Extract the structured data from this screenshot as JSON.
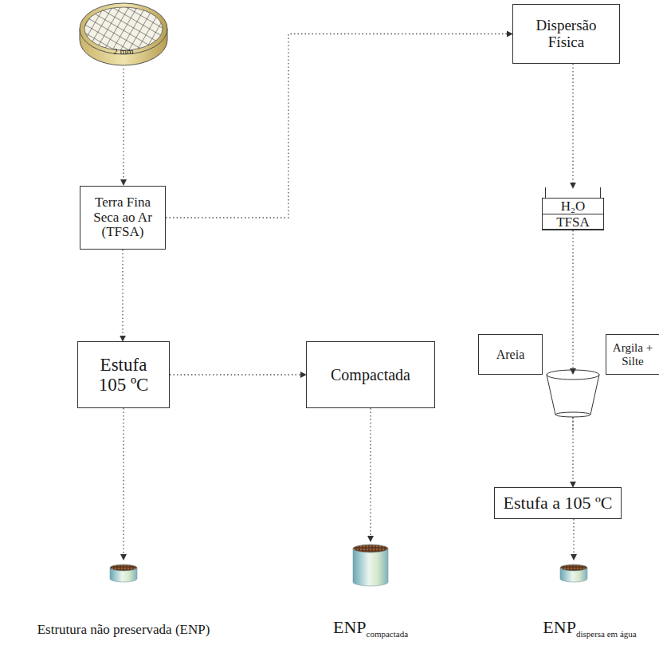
{
  "diagram": {
    "nodes": [
      {
        "text": [
          "Dispersão Física"
        ]
      },
      {
        "text": [
          "Terra Fina Seca ao Ar (TFSA)"
        ]
      },
      {
        "text": [
          "H₂O",
          "TFSA"
        ]
      },
      {
        "text": [
          "Estufa 105 ºC"
        ]
      },
      {
        "text": [
          "Compactada"
        ]
      },
      {
        "text": [
          "Areia"
        ]
      },
      {
        "text": [
          "Argila + Silte"
        ]
      },
      {
        "text": [
          "Estufa a 105 ºC"
        ]
      }
    ],
    "edges": [
      {
        "from": 1,
        "to": 0,
        "arrow": "to"
      },
      {
        "from": 0,
        "to": 2,
        "arrow": "to"
      },
      {
        "from": 1,
        "to": 3,
        "arrow": "to"
      },
      {
        "from": 3,
        "to": 4,
        "arrow": "to"
      },
      {
        "from": 2,
        "to": 7,
        "arrow": "to"
      }
    ],
    "labels": [
      "2 mm",
      "Estrutura não preservada (ENP)",
      "ENP",
      "compactada",
      "ENP",
      "dispersa em água"
    ]
  }
}
